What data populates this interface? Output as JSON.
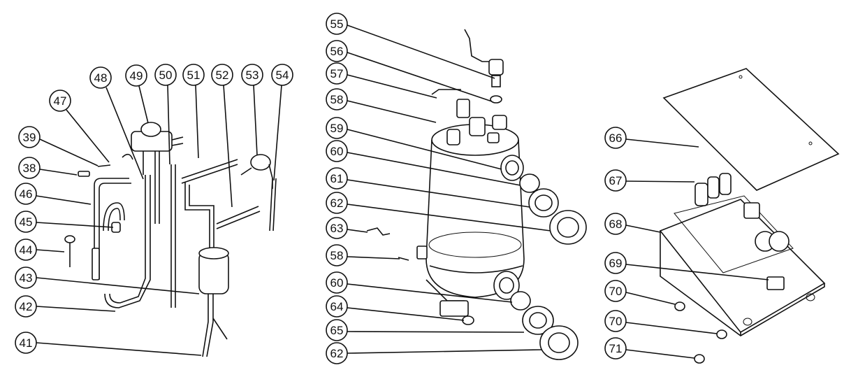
{
  "callouts": {
    "c38": "38",
    "c39": "39",
    "c41": "41",
    "c42": "42",
    "c43": "43",
    "c44": "44",
    "c45": "45",
    "c46": "46",
    "c47": "47",
    "c48": "48",
    "c49": "49",
    "c50": "50",
    "c51": "51",
    "c52": "52",
    "c53": "53",
    "c54": "54",
    "c55": "55",
    "c56": "56",
    "c57": "57",
    "c58a": "58",
    "c59": "59",
    "c60a": "60",
    "c61": "61",
    "c62a": "62",
    "c63": "63",
    "c58b": "58",
    "c60b": "60",
    "c64": "64",
    "c65": "65",
    "c62b": "62",
    "c66": "66",
    "c67": "67",
    "c68": "68",
    "c69": "69",
    "c70a": "70",
    "c70b": "70",
    "c71": "71"
  },
  "icons": {
    "left_group": "refrigerant-piping-assembly",
    "center_group": "water-heater-tank-assembly",
    "right_group": "electrical-control-box-assembly"
  }
}
